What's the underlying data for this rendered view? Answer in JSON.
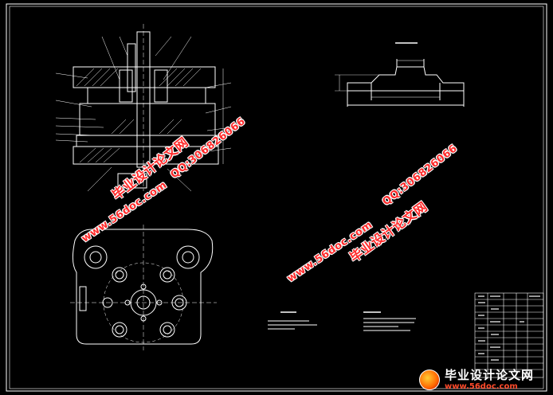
{
  "watermarks": {
    "site": "www.56doc.com",
    "qq": "QQ:306826066",
    "brand": "毕业设计论文网"
  },
  "corner_logo": {
    "title": "毕业设计论文网",
    "url": "www.56doc.com"
  },
  "colors": {
    "background": "#000000",
    "lines": "#ffffff",
    "watermark": "#ff2a2a"
  }
}
